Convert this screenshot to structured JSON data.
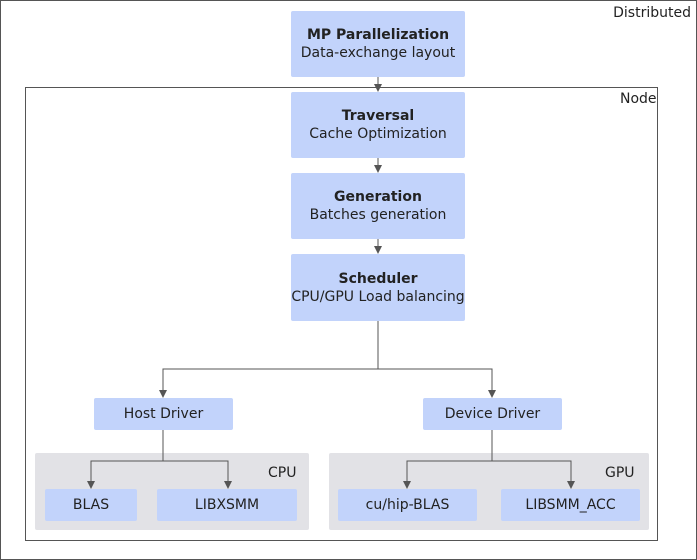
{
  "regions": {
    "distributed": "Distributed",
    "node": "Node",
    "cpu": "CPU",
    "gpu": "GPU"
  },
  "stages": {
    "mp": {
      "title": "MP Parallelization",
      "subtitle": "Data-exchange layout"
    },
    "traversal": {
      "title": "Traversal",
      "subtitle": "Cache Optimization"
    },
    "generation": {
      "title": "Generation",
      "subtitle": "Batches generation"
    },
    "scheduler": {
      "title": "Scheduler",
      "subtitle": "CPU/GPU Load balancing"
    }
  },
  "drivers": {
    "host": "Host Driver",
    "device": "Device Driver"
  },
  "libraries": {
    "blas": "BLAS",
    "libxsmm": "LIBXSMM",
    "hipblas": "cu/hip-BLAS",
    "libsmm_acc": "LIBSMM_ACC"
  },
  "colors": {
    "box_fill": "#c2d3fb",
    "region_fill": "#e2e2e6",
    "frame_stroke": "#555555",
    "connector": "#555555"
  }
}
